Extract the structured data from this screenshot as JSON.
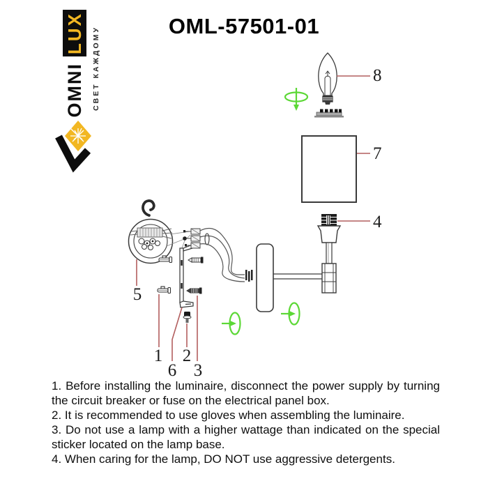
{
  "title": "OML-57501-01",
  "logo": {
    "brand_top": "OMNI",
    "brand_bottom": "LUX",
    "tagline": "СВЕТ КАЖДОМУ",
    "colors": {
      "yellow": "#f2b722",
      "black": "#0d0d0d"
    }
  },
  "diagram": {
    "labels": {
      "n1": "1",
      "n2": "2",
      "n3": "3",
      "n4": "4",
      "n5": "5",
      "n6": "6",
      "n7": "7",
      "n8": "8"
    },
    "parts": [
      {
        "id": "1",
        "name": "wall-anchor"
      },
      {
        "id": "2",
        "name": "small-bolt"
      },
      {
        "id": "3",
        "name": "mounting-screw"
      },
      {
        "id": "4",
        "name": "lamp-socket"
      },
      {
        "id": "5",
        "name": "mounting-ring-with-wiring"
      },
      {
        "id": "6",
        "name": "mounting-bracket"
      },
      {
        "id": "7",
        "name": "lampshade"
      },
      {
        "id": "8",
        "name": "candle-bulb"
      }
    ],
    "icons": [
      "rotate-axis-down-icon",
      "rotate-axis-left-icon",
      "rotate-axis-left-icon",
      "hook-icon"
    ],
    "colors": {
      "leader": "#b25e5e",
      "arrow_green": "#5cd836",
      "line": "#3a3a3a"
    }
  },
  "instructions": [
    "1. Before installing the luminaire, disconnect the power supply by turning the circuit breaker or fuse on the electrical panel box.",
    "2. It is recommended to use gloves when assembling the luminaire.",
    "3. Do not use a lamp with a higher wattage than indicated on the special sticker located on the lamp base.",
    "4. When caring for the lamp, DO NOT use aggressive detergents."
  ]
}
